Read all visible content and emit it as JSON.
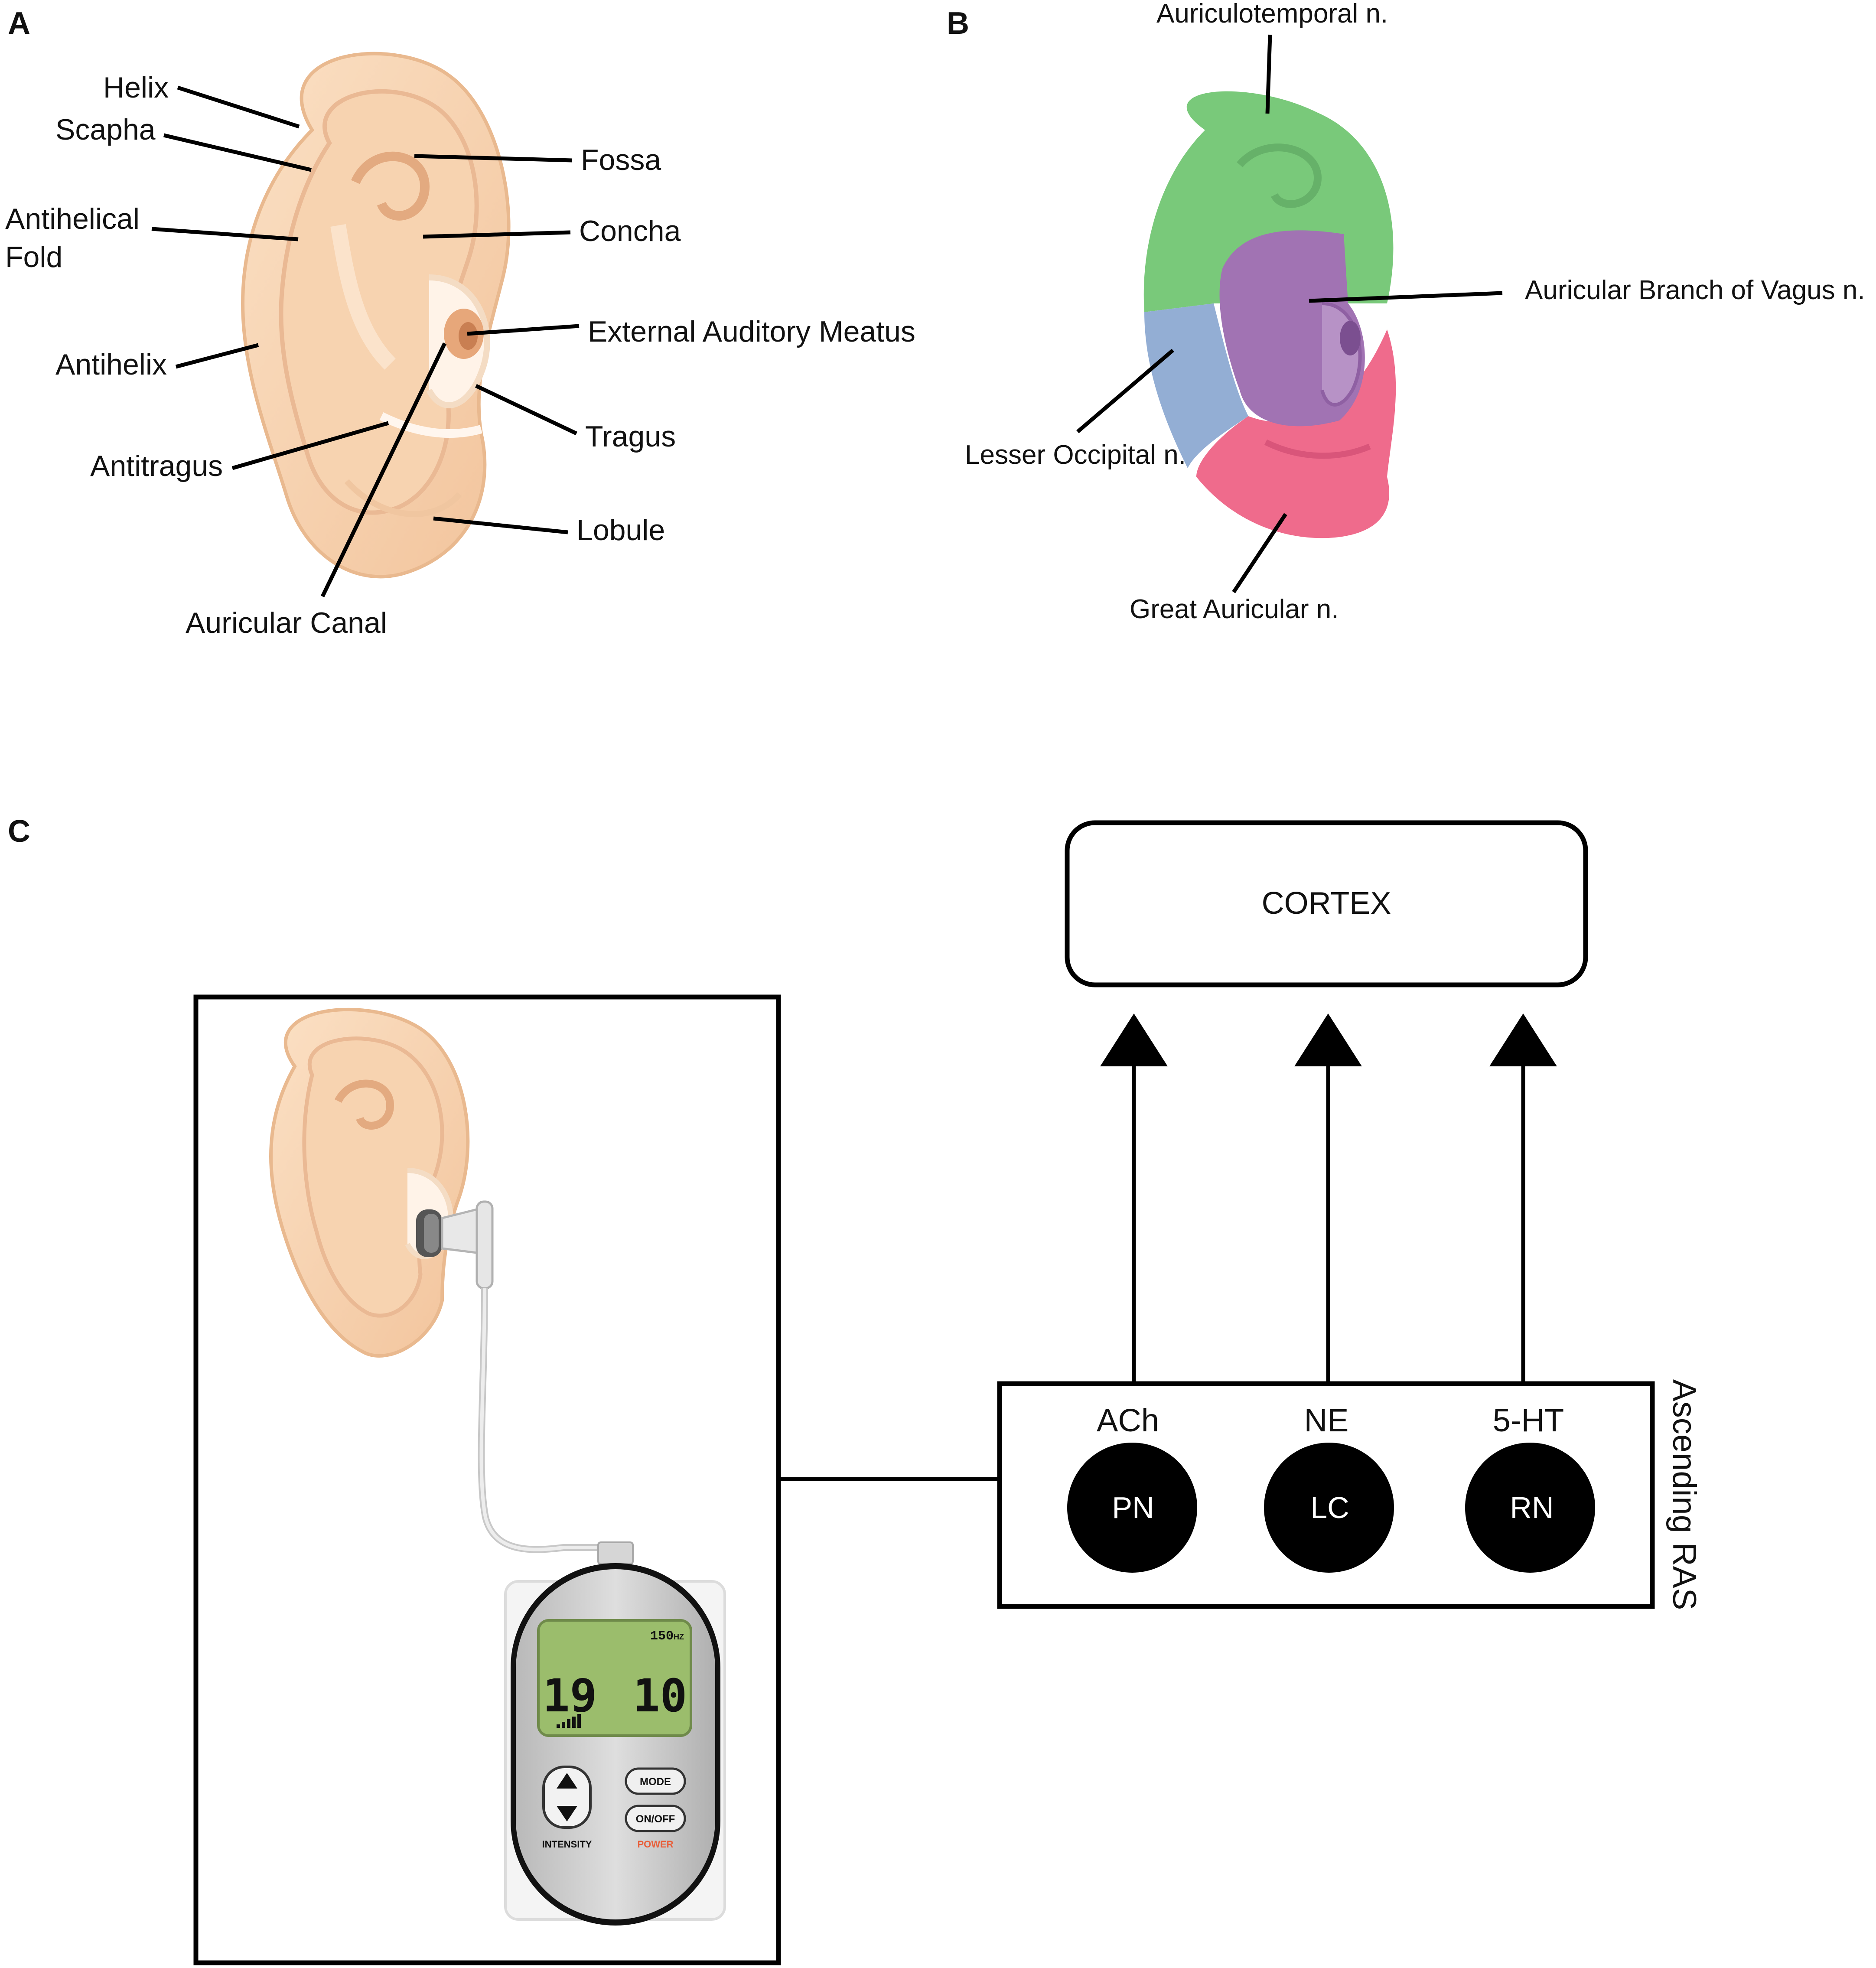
{
  "panels": {
    "a": "A",
    "b": "B",
    "c": "C"
  },
  "panel_a": {
    "labels": {
      "helix": "Helix",
      "scapha": "Scapha",
      "antihelical_fold_1": "Antihelical",
      "antihelical_fold_2": "Fold",
      "antihelix": "Antihelix",
      "antitragus": "Antitragus",
      "auricular_canal": "Auricular Canal",
      "fossa": "Fossa",
      "concha": "Concha",
      "external_auditory_meatus": "External Auditory Meatus",
      "tragus": "Tragus",
      "lobule": "Lobule"
    }
  },
  "panel_b": {
    "labels": {
      "auriculotemporal": "Auriculotemporal n.",
      "vagus": "Auricular Branch of Vagus n.",
      "lesser_occipital": "Lesser Occipital n.",
      "great_auricular": "Great Auricular n."
    },
    "colors": {
      "auriculotemporal": "#79c97a",
      "vagus": "#a173b3",
      "lesser_occipital": "#93aed4",
      "great_auricular": "#ef6b8c"
    }
  },
  "panel_c": {
    "cortex": "CORTEX",
    "ras_label": "Ascending RAS",
    "nuclei": [
      {
        "transmitter": "ACh",
        "nucleus": "PN"
      },
      {
        "transmitter": "NE",
        "nucleus": "LC"
      },
      {
        "transmitter": "5-HT",
        "nucleus": "RN"
      }
    ],
    "device": {
      "display_left": "19",
      "display_right": "10",
      "frequency": "150",
      "frequency_unit": "HZ",
      "mode_button": "MODE",
      "onoff_button": "ON/OFF",
      "intensity_label": "INTENSITY",
      "power_label": "POWER",
      "lcd_color": "#9bbd6c",
      "power_color": "#e8603c"
    }
  }
}
